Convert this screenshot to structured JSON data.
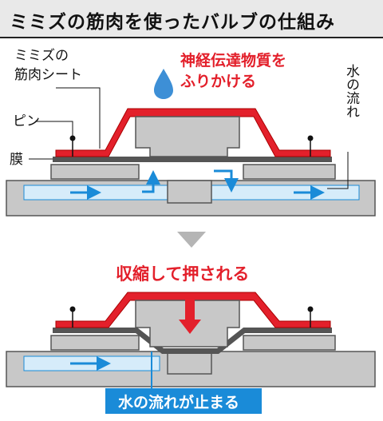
{
  "title": "ミミズの筋肉を使ったバルブの仕組み",
  "labels": {
    "muscle_sheet_line1": "ミミズの",
    "muscle_sheet_line2": "筋肉シート",
    "pin": "ピン",
    "membrane": "膜",
    "water_flow": "水の流れ",
    "neuro_line1": "神経伝達物質を",
    "neuro_line2": "ふりかける",
    "contract": "収縮して押される",
    "flow_stops": "水の流れが止まる"
  },
  "colors": {
    "muscle": "#e3202b",
    "block": "#c8c8c8",
    "block_stroke": "#555555",
    "water": "#d6ecfa",
    "arrow": "#1a8bd8",
    "membrane": "#555555",
    "droplet": "#3d8fd6",
    "title_bg": "#e9e9e9"
  }
}
